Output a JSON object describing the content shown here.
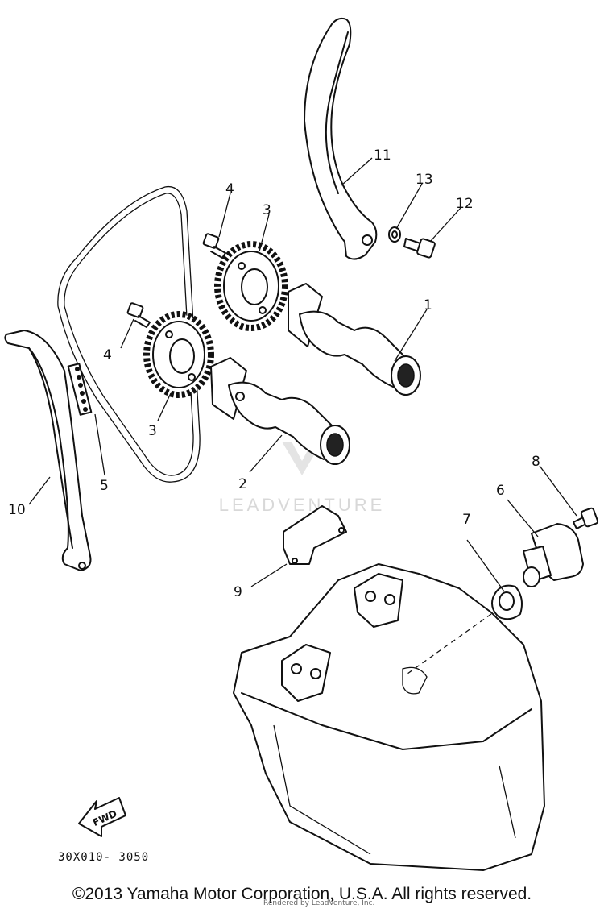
{
  "diagram": {
    "part_code": "30X010- 3050",
    "fwd_label": "FWD",
    "watermark": "LEADVENTURE",
    "callouts": [
      {
        "id": "c1",
        "label": "1"
      },
      {
        "id": "c2",
        "label": "2"
      },
      {
        "id": "c3a",
        "label": "3"
      },
      {
        "id": "c3b",
        "label": "3"
      },
      {
        "id": "c4a",
        "label": "4"
      },
      {
        "id": "c4b",
        "label": "4"
      },
      {
        "id": "c5",
        "label": "5"
      },
      {
        "id": "c6",
        "label": "6"
      },
      {
        "id": "c7",
        "label": "7"
      },
      {
        "id": "c8",
        "label": "8"
      },
      {
        "id": "c9",
        "label": "9"
      },
      {
        "id": "c10",
        "label": "10"
      },
      {
        "id": "c11",
        "label": "11"
      },
      {
        "id": "c12",
        "label": "12"
      },
      {
        "id": "c13",
        "label": "13"
      }
    ]
  },
  "footer": {
    "copyright": "©2013 Yamaha Motor Corporation, U.S.A. All rights reserved.",
    "render_credit": "Rendered by LeadVenture, Inc."
  }
}
